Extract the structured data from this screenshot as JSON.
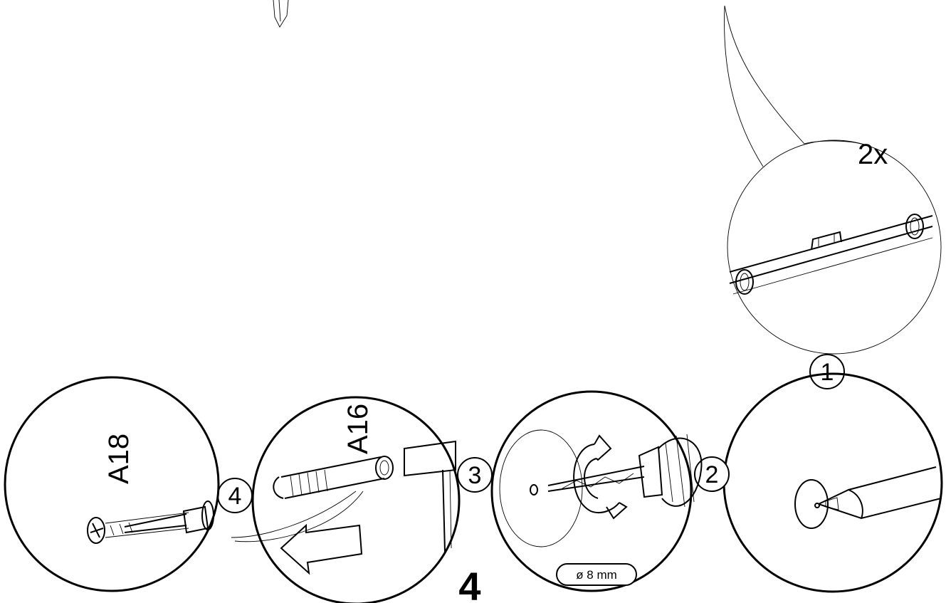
{
  "step_number": "4",
  "detail_quantity": "2x",
  "callouts": [
    {
      "id": "1"
    },
    {
      "id": "2"
    },
    {
      "id": "3"
    },
    {
      "id": "4"
    }
  ],
  "parts": {
    "plug": "A16",
    "screw": "A18"
  },
  "drill_size": "ø 8 mm",
  "icons": [
    "pencil-icon",
    "drill-icon",
    "rotation-arrow-icon",
    "push-arrow-icon",
    "wall-plug-icon",
    "screwdriver-icon",
    "screw-icon"
  ]
}
